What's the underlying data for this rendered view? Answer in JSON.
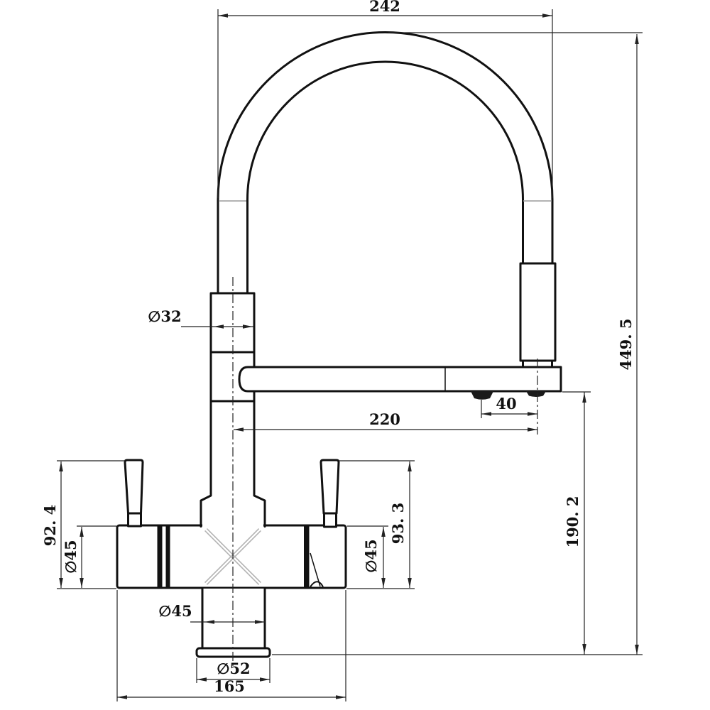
{
  "diagram": {
    "kind": "faucet-technical-drawing",
    "dimensions": {
      "hose_arc_width": "242",
      "overall_height": "449. 5",
      "riser_diameter": "∅32",
      "nozzle_offset": "40",
      "spout_reach": "220",
      "spout_clearance_height": "190. 2",
      "left_handle_height": "92. 4",
      "left_body_diameter": "∅45",
      "right_handle_height": "93. 3",
      "right_body_diameter": "∅45",
      "base_column_diameter": "∅45",
      "base_flange_diameter": "∅52",
      "body_width": "165"
    },
    "colors": {
      "line": "#111111",
      "background": "#ffffff",
      "hatch_gray": "#b3b3b3"
    }
  }
}
